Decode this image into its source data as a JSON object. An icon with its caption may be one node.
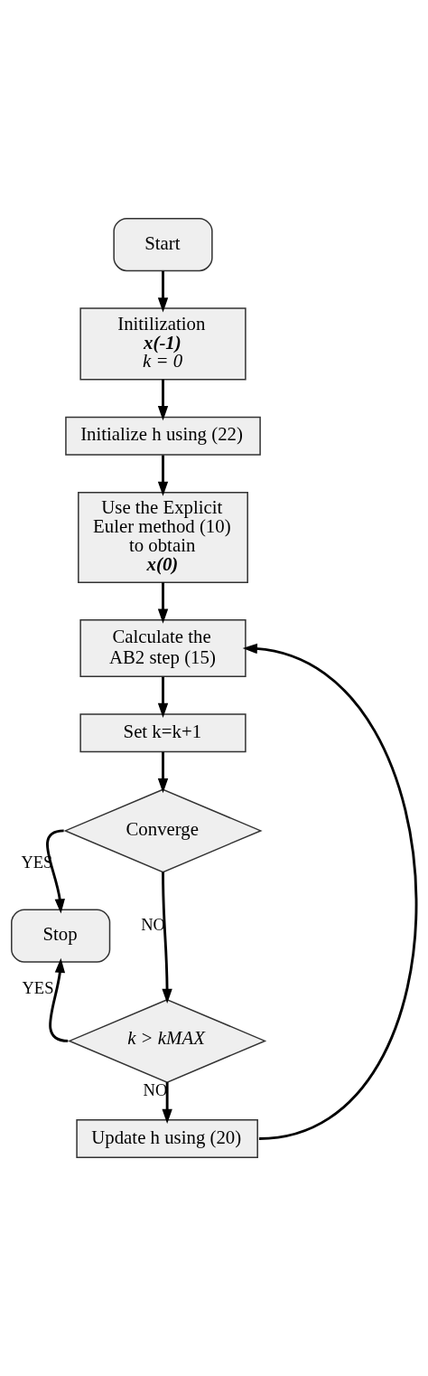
{
  "diagram": {
    "nodes": [
      {
        "text": [
          "Start"
        ]
      },
      {
        "text": [
          "Initilization",
          "x(-1)",
          "k = 0"
        ]
      },
      {
        "text": [
          "Initialize h using (22)"
        ]
      },
      {
        "text": [
          "Use the Explicit Euler method (10) to obtain",
          "x(0)"
        ]
      },
      {
        "text": [
          "Calculate the AB2 step (15)"
        ]
      },
      {
        "text": [
          "Set k=k+1"
        ]
      },
      {
        "text": [
          "Converge"
        ]
      },
      {
        "text": [
          "Stop"
        ]
      },
      {
        "text": [
          "k > kMAX"
        ]
      },
      {
        "text": [
          "Update h using (20)"
        ]
      }
    ],
    "edges": [
      {
        "from": 0,
        "to": 1,
        "arrow": "to"
      },
      {
        "from": 1,
        "to": 2,
        "arrow": "to"
      },
      {
        "from": 2,
        "to": 3,
        "arrow": "to"
      },
      {
        "from": 3,
        "to": 4,
        "arrow": "to"
      },
      {
        "from": 4,
        "to": 5,
        "arrow": "to"
      },
      {
        "from": 5,
        "to": 6,
        "arrow": "to"
      },
      {
        "from": 6,
        "to": 7,
        "arrow": "to",
        "label": "YES"
      },
      {
        "from": 6,
        "to": 8,
        "arrow": "to",
        "label": "NO"
      },
      {
        "from": 8,
        "to": 7,
        "arrow": "to",
        "label": "YES"
      },
      {
        "from": 8,
        "to": 9,
        "arrow": "to",
        "label": "NO"
      },
      {
        "from": 9,
        "to": 4,
        "arrow": "to"
      }
    ]
  }
}
